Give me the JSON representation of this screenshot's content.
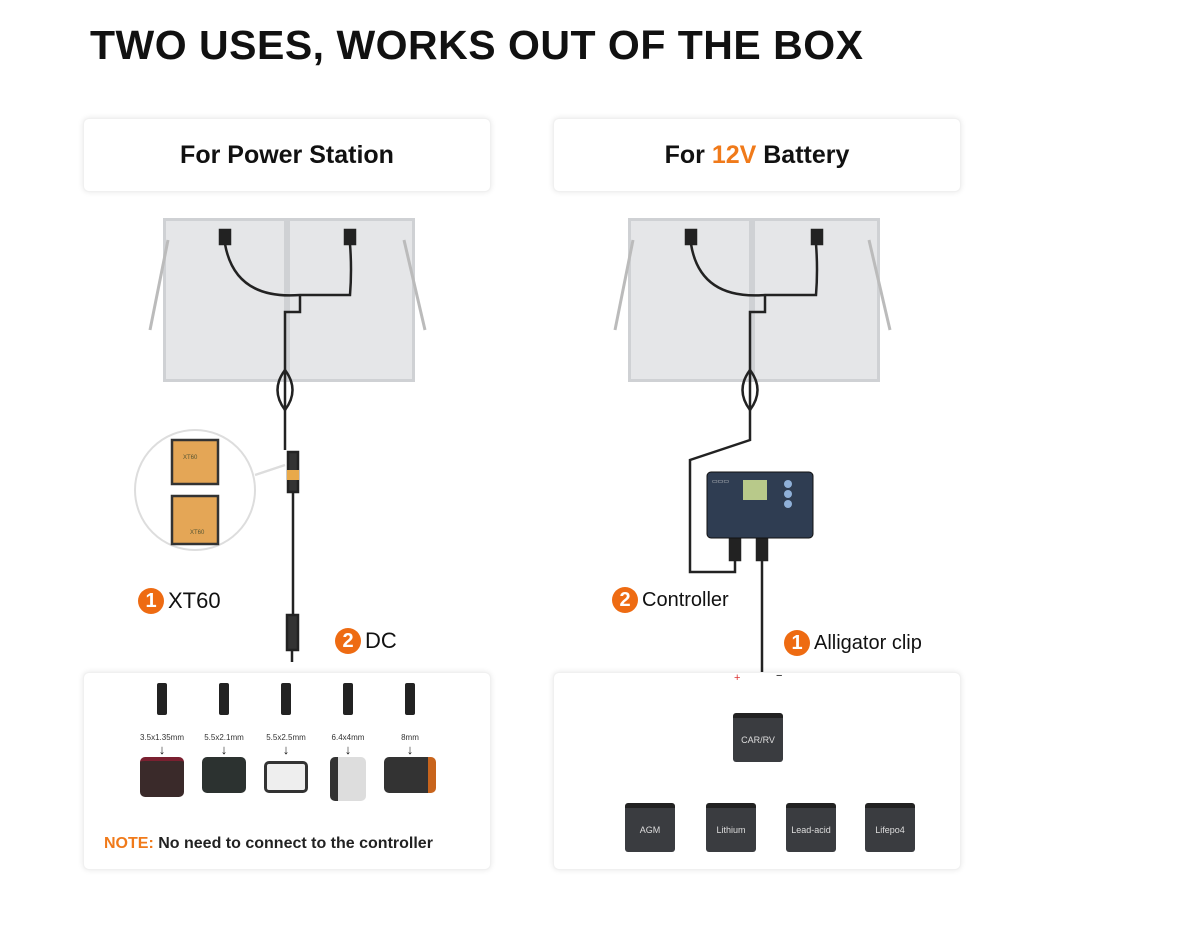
{
  "title": "TWO USES, WORKS OUT OF THE BOX",
  "left": {
    "header": "For Power Station",
    "labels": [
      {
        "num": "1",
        "text": "XT60"
      },
      {
        "num": "2",
        "text": "DC"
      }
    ],
    "xt60_marks": [
      "XT60",
      "XT60"
    ],
    "connector_sizes": [
      "3.5x1.35mm",
      "5.5x2.1mm",
      "5.5x2.5mm",
      "6.4x4mm",
      "8mm"
    ],
    "arrow": "↓",
    "note_prefix": "NOTE:",
    "note_text": "No need to connect to the controller"
  },
  "right": {
    "header_pre": "For ",
    "header_accent": "12V",
    "header_post": " Battery",
    "labels": [
      {
        "num": "2",
        "text": "Controller"
      },
      {
        "num": "1",
        "text": "Alligator clip"
      }
    ],
    "polarity": [
      "+",
      "−"
    ],
    "rv_battery": "CAR/RV",
    "battery_types": [
      "AGM",
      "Lithium",
      "Lead-acid",
      "Lifepo4"
    ]
  },
  "colors": {
    "accent": "#ee6b12",
    "text": "#111111"
  }
}
